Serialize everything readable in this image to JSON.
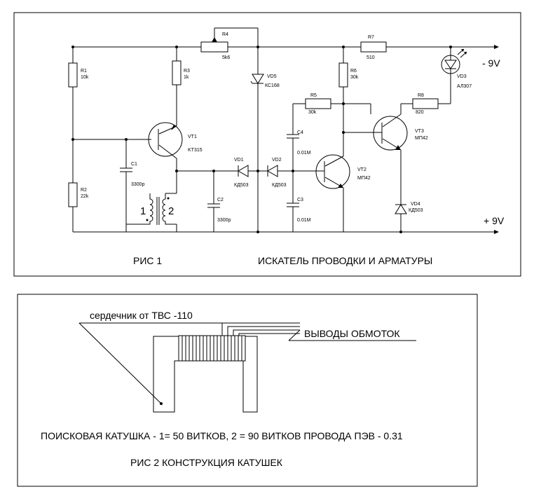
{
  "fig1": {
    "caption": "РИС 1",
    "title": "ИСКАТЕЛЬ ПРОВОДКИ И АРМАТУРЫ",
    "rail_neg": "- 9V",
    "rail_pos": "+ 9V",
    "coil_1": "1",
    "coil_2": "2",
    "parts": {
      "R1": {
        "ref": "R1",
        "val": "10k"
      },
      "R2": {
        "ref": "R2",
        "val": "22k"
      },
      "R3": {
        "ref": "R3",
        "val": "1k"
      },
      "R4": {
        "ref": "R4",
        "val": "5k6"
      },
      "R5": {
        "ref": "R5",
        "val": "30k"
      },
      "R6": {
        "ref": "R6",
        "val": "30k"
      },
      "R7": {
        "ref": "R7",
        "val": "510"
      },
      "R8": {
        "ref": "R8",
        "val": "820"
      },
      "C1": {
        "ref": "C1",
        "val": "3300p"
      },
      "C2": {
        "ref": "C2",
        "val": "3300p"
      },
      "C3": {
        "ref": "C3",
        "val": "0.01M"
      },
      "C4": {
        "ref": "C4",
        "val": "0.01M"
      },
      "VT1": {
        "ref": "VT1",
        "val": "KT315"
      },
      "VT2": {
        "ref": "VT2",
        "val": "МП42"
      },
      "VT3": {
        "ref": "VT3",
        "val": "МП42"
      },
      "VD1": {
        "ref": "VD1",
        "val": "КД503"
      },
      "VD2": {
        "ref": "VD2",
        "val": "КД503"
      },
      "VD3": {
        "ref": "VD3",
        "val": "АЛ307"
      },
      "VD4": {
        "ref": "VD4",
        "val": "КД503"
      },
      "VD5": {
        "ref": "VD5",
        "val": "КС168"
      }
    }
  },
  "fig2": {
    "core_label": "сердечник от ТВС -110",
    "leads_label": "ВЫВОДЫ ОБМОТОК",
    "coil_spec": "ПОИСКОВАЯ КАТУШКА -  1= 50 ВИТКОВ, 2 = 90 ВИТКОВ ПРОВОДА ПЭВ - 0.31",
    "caption": "РИС 2  КОНСТРУКЦИЯ КАТУШЕК"
  }
}
